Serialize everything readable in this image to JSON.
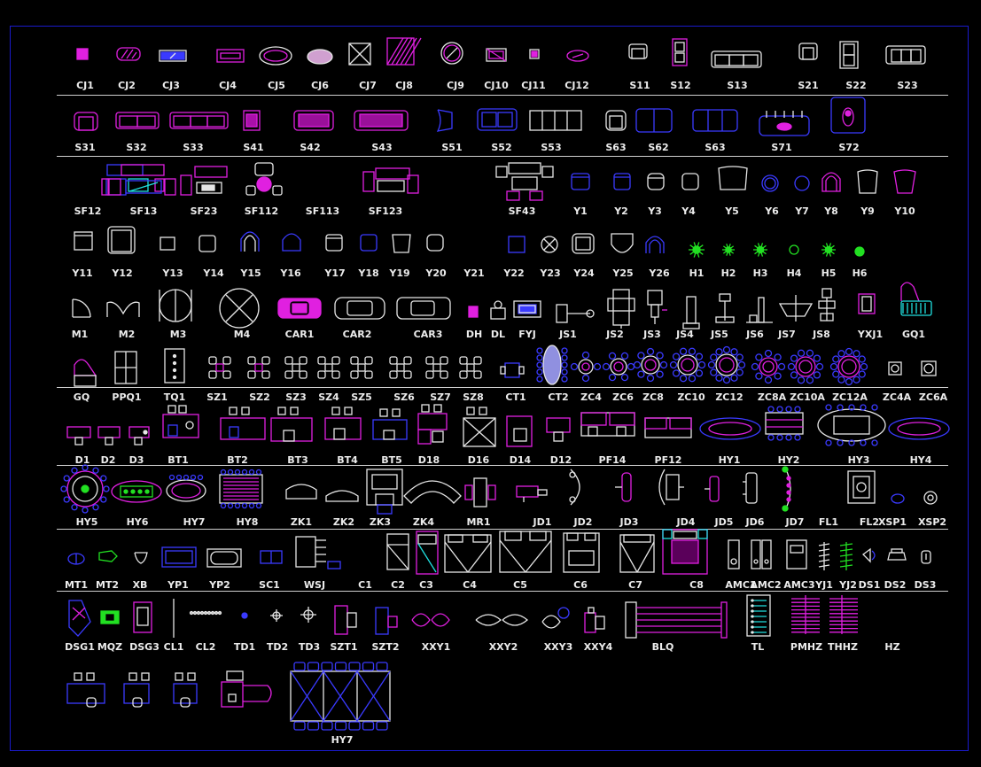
{
  "colors": {
    "background": "#000000",
    "frame": "#1a1acc",
    "label": "#ececec",
    "separator": "#cfcfcf",
    "magenta": "#e020e0",
    "blue": "#3a3aff",
    "white": "#e6e6e6",
    "green": "#22e022",
    "cyan": "#20e0e0"
  },
  "rows": [
    {
      "labels": [
        "CJ1",
        "CJ2",
        "CJ3",
        "CJ4",
        "CJ5",
        "CJ6",
        "CJ7",
        "CJ8",
        "CJ9",
        "CJ10",
        "CJ11",
        "CJ12",
        "S11",
        "S12",
        "S13",
        "S21",
        "S22",
        "S23"
      ]
    },
    {
      "labels": [
        "S31",
        "S32",
        "S33",
        "S41",
        "S42",
        "S43",
        "S51",
        "S52",
        "S53",
        "S63",
        "S62",
        "S63",
        "S71",
        "S72"
      ]
    },
    {
      "labels": [
        "SF12",
        "SF13",
        "SF23",
        "SF112",
        "SF113",
        "SF123",
        "SF43",
        "Y1",
        "Y2",
        "Y3",
        "Y4",
        "Y5",
        "Y6",
        "Y7",
        "Y8",
        "Y9",
        "Y10"
      ]
    },
    {
      "labels": [
        "Y11",
        "Y12",
        "Y13",
        "Y14",
        "Y15",
        "Y16",
        "Y17",
        "Y18",
        "Y19",
        "Y20",
        "Y21",
        "Y22",
        "Y23",
        "Y24",
        "Y25",
        "Y26",
        "H1",
        "H2",
        "H3",
        "H4",
        "H5",
        "H6"
      ]
    },
    {
      "labels": [
        "M1",
        "M2",
        "M3",
        "M4",
        "CAR1",
        "CAR2",
        "CAR3",
        "DH",
        "DL",
        "FYJ",
        "JS1",
        "JS2",
        "JS3",
        "JS4",
        "JS5",
        "JS6",
        "JS7",
        "JS8",
        "YXJ1",
        "GQ1"
      ]
    },
    {
      "labels": [
        "GQ",
        "PPQ1",
        "TQ1",
        "SZ1",
        "SZ2",
        "SZ3",
        "SZ4",
        "SZ5",
        "SZ6",
        "SZ7",
        "SZ8",
        "CT1",
        "CT2",
        "ZC4",
        "ZC6",
        "ZC8",
        "ZC10",
        "ZC12",
        "ZC8A",
        "ZC10A",
        "ZC12A",
        "ZC4A",
        "ZC6A"
      ]
    },
    {
      "labels": [
        "D1",
        "D2",
        "D3",
        "BT1",
        "BT2",
        "BT3",
        "BT4",
        "BT5",
        "D18",
        "D16",
        "D14",
        "D12",
        "PF14",
        "PF12",
        "HY1",
        "HY2",
        "HY3",
        "HY4"
      ]
    },
    {
      "labels": [
        "HY5",
        "HY6",
        "HY7",
        "HY8",
        "ZK1",
        "ZK2",
        "ZK3",
        "ZK4",
        "MR1",
        "JD1",
        "JD2",
        "JD3",
        "JD4",
        "JD5",
        "JD6",
        "JD7",
        "FL1",
        "FL2",
        "XSP1",
        "XSP2"
      ]
    },
    {
      "labels": [
        "MT1",
        "MT2",
        "XB",
        "YP1",
        "YP2",
        "SC1",
        "WSJ",
        "C1",
        "C2",
        "C3",
        "C4",
        "C5",
        "C6",
        "C7",
        "C8",
        "AMC1",
        "AMC2",
        "AMC3",
        "YJ1",
        "YJ2",
        "DS1",
        "DS2",
        "DS3"
      ]
    },
    {
      "labels": [
        "DSG1",
        "MQZ",
        "DSG3",
        "CL1",
        "CL2",
        "TD1",
        "TD2",
        "TD3",
        "SZT1",
        "SZT2",
        "XXY1",
        "XXY2",
        "XXY3",
        "XXY4",
        "BLQ",
        "TL",
        "PMHZ",
        "THHZ",
        "HZ"
      ]
    },
    {
      "labels": [
        "HY7"
      ]
    }
  ]
}
